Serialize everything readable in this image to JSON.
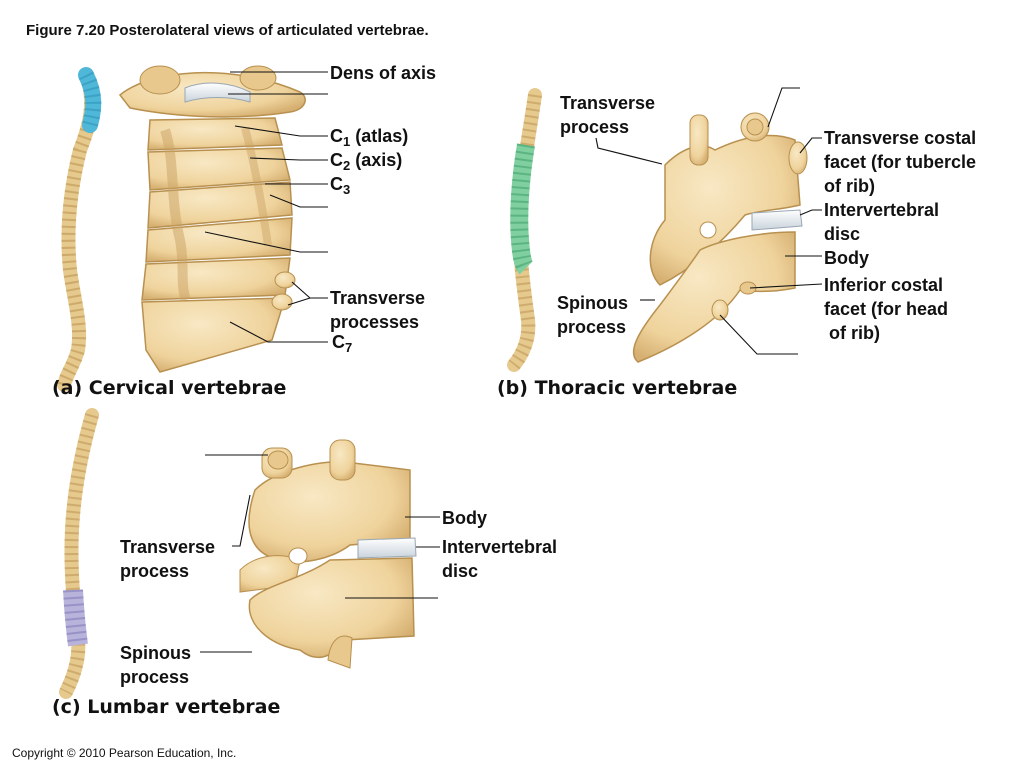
{
  "figure_title": "Figure 7.20  Posterolateral views of articulated vertebrae.",
  "colors": {
    "bone": "#f2d9a6",
    "bone_shade": "#d9b57a",
    "bone_outline": "#b8904f",
    "disc": "#dfe6ec",
    "cervical_highlight": "#4fb7d8",
    "thoracic_highlight": "#7fcf9f",
    "lumbar_highlight": "#b7b3da",
    "leader_line": "#111111"
  },
  "panel_a": {
    "caption": "(a) Cervical vertebrae",
    "labels": {
      "dens_of_axis": "Dens of axis",
      "c1_letter": "C",
      "c1_sub": "1",
      "c1_rest": " (atlas)",
      "c2_letter": "C",
      "c2_sub": "2",
      "c2_rest": " (axis)",
      "c3_letter": "C",
      "c3_sub": "3",
      "transverse_processes_1": "Transverse",
      "transverse_processes_2": "processes",
      "c7_letter": "C",
      "c7_sub": "7"
    }
  },
  "panel_b": {
    "caption": "(b) Thoracic vertebrae",
    "labels": {
      "transverse_process_1": "Transverse",
      "transverse_process_2": "process",
      "transverse_costal_facet_1": "Transverse costal",
      "transverse_costal_facet_2": "facet (for tubercle",
      "transverse_costal_facet_3": "of rib)",
      "intervertebral_disc_1": "Intervertebral",
      "intervertebral_disc_2": "disc",
      "body": "Body",
      "inferior_costal_facet_1": "Inferior costal",
      "inferior_costal_facet_2": "facet (for head",
      "inferior_costal_facet_3": " of rib)",
      "spinous_process_1": "Spinous",
      "spinous_process_2": "process"
    }
  },
  "panel_c": {
    "caption": "(c) Lumbar vertebrae",
    "labels": {
      "body": "Body",
      "intervertebral_disc_1": "Intervertebral",
      "intervertebral_disc_2": "disc",
      "transverse_process_1": "Transverse",
      "transverse_process_2": "process",
      "spinous_process_1": "Spinous",
      "spinous_process_2": "process"
    }
  },
  "copyright": "Copyright © 2010 Pearson Education, Inc."
}
